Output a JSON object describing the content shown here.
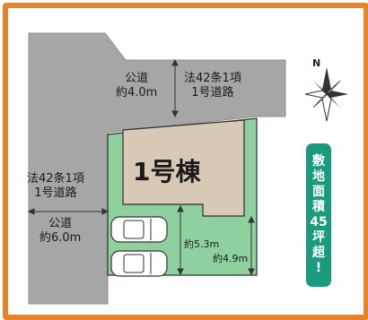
{
  "roads": {
    "top_public": [
      "公道",
      "約4.0m"
    ],
    "top_law": [
      "法42条1項",
      "1号道路"
    ],
    "left_law": [
      "法42条1項",
      "1号道路"
    ],
    "left_public": [
      "公道",
      "約6.0m"
    ]
  },
  "building": {
    "label": "1号棟"
  },
  "dimensions": {
    "d1": "約5.3m",
    "d2": "約4.9m"
  },
  "area_badge": {
    "chars": [
      "敷",
      "地",
      "面",
      "積",
      "45",
      "坪",
      "超",
      "!"
    ]
  },
  "compass": {
    "north": "N"
  },
  "colors": {
    "frame": "#e8832a",
    "road": "#a6a6a6",
    "lot": "#8fd19e",
    "building": "#d8c9b6",
    "badge": "#1a9b80"
  }
}
